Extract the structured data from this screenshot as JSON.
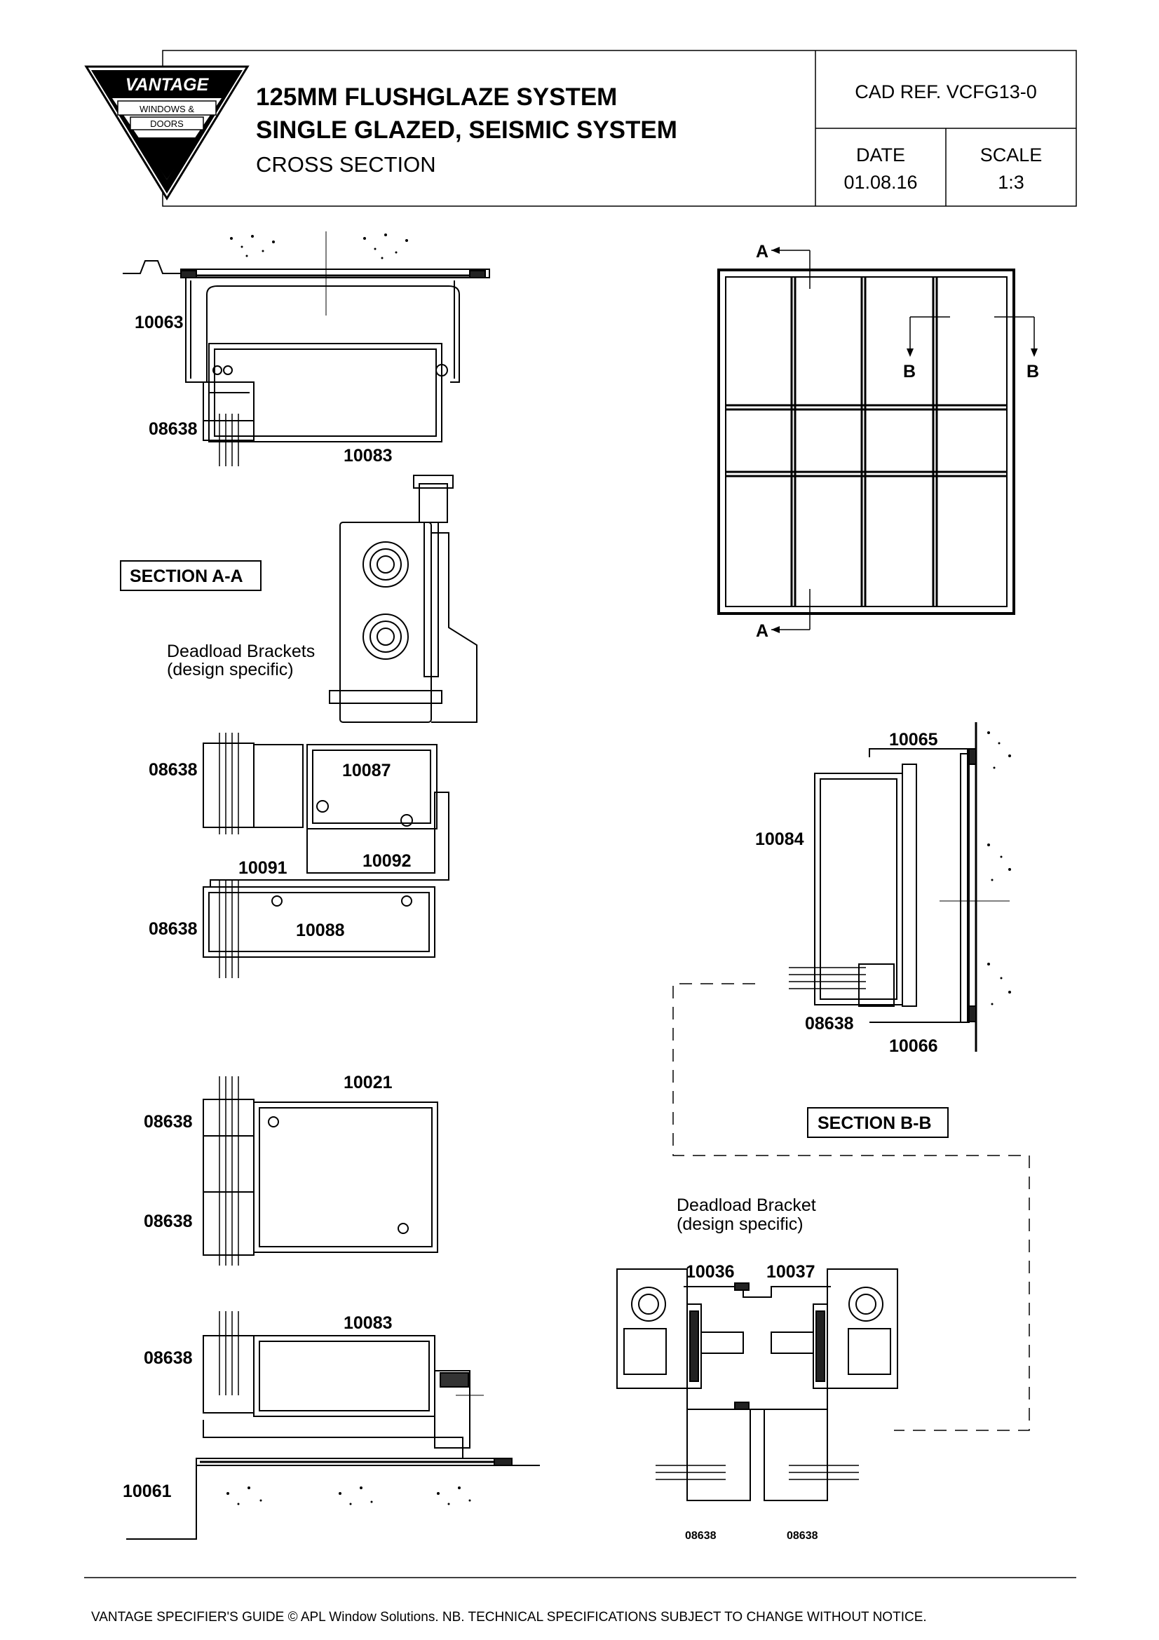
{
  "brand": {
    "name": "VANTAGE",
    "line1": "WINDOWS &",
    "line2": "DOORS"
  },
  "title": {
    "line1": "125MM FLUSHGLAZE SYSTEM",
    "line2": "SINGLE GLAZED, SEISMIC SYSTEM",
    "line3": "CROSS SECTION"
  },
  "meta": {
    "cad_ref": "CAD REF.  VCFG13-0",
    "date_label": "DATE",
    "date": "01.08.16",
    "scale_label": "SCALE",
    "scale": "1:3"
  },
  "sections": {
    "a": "SECTION A-A",
    "b": "SECTION B-B"
  },
  "notes": {
    "deadload_brackets_1": "Deadload Brackets",
    "deadload_brackets_2": "(design specific)",
    "deadload_bracket_1": "Deadload Bracket",
    "deadload_bracket_2": "(design specific)"
  },
  "elevation": {
    "mark_a": "A",
    "mark_b": "B"
  },
  "parts": {
    "p10063": "10063",
    "p08638": "08638",
    "p10083": "10083",
    "p10087": "10087",
    "p10091": "10091",
    "p10092": "10092",
    "p10088": "10088",
    "p10021": "10021",
    "p10061": "10061",
    "p10065": "10065",
    "p10084": "10084",
    "p10066": "10066",
    "p10036": "10036",
    "p10037": "10037"
  },
  "footer": "VANTAGE SPECIFIER'S GUIDE  © APL Window Solutions. NB. TECHNICAL SPECIFICATIONS SUBJECT TO CHANGE WITHOUT NOTICE."
}
